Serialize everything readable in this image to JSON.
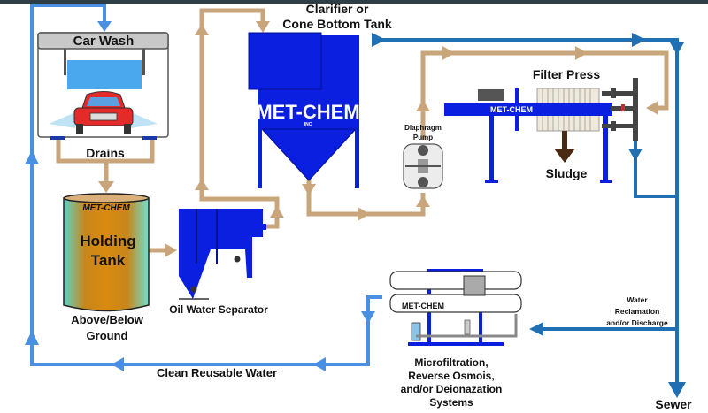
{
  "colors": {
    "clean_water": "#4a90e2",
    "discharge": "#1f6fb2",
    "process_pipe": "#c8a57a",
    "equipment_blue": "#0a1fe0",
    "sludge": "#4a2a12"
  },
  "labels": {
    "car_wash": "Car Wash",
    "drains": "Drains",
    "holding_tank_line1": "Holding",
    "holding_tank_line2": "Tank",
    "above_below_line1": "Above/Below",
    "above_below_line2": "Ground",
    "oil_water_separator": "Oil Water Separator",
    "clarifier_line1": "Clarifier or",
    "clarifier_line2": "Cone Bottom Tank",
    "diaphragm_pump_line1": "Diaphragm",
    "diaphragm_pump_line2": "Pump",
    "filter_press": "Filter Press",
    "sludge": "Sludge",
    "reclamation_line1": "Water",
    "reclamation_line2": "Reclamation",
    "reclamation_line3": "and/or Discharge",
    "sewer": "Sewer",
    "clean_water": "Clean Reusable Water",
    "treatment_line1": "Microfiltration,",
    "treatment_line2": "Reverse Osmois,",
    "treatment_line3": "and/or Deionazation",
    "treatment_line4": "Systems"
  },
  "logo": {
    "brand": "MET-CHEM",
    "sub": "INC"
  }
}
